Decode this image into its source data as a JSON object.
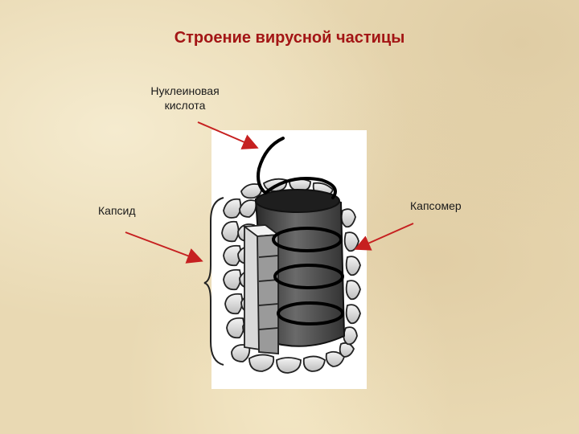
{
  "title": "Строение вирусной частицы",
  "labels": {
    "nucleic_acid_line1": "Нуклеиновая",
    "nucleic_acid_line2": "кислота",
    "capsid": "Капсид",
    "capsomer": "Капсомер"
  },
  "colors": {
    "title": "#a31515",
    "arrow": "#c62020",
    "background": "#e9d9b3"
  }
}
